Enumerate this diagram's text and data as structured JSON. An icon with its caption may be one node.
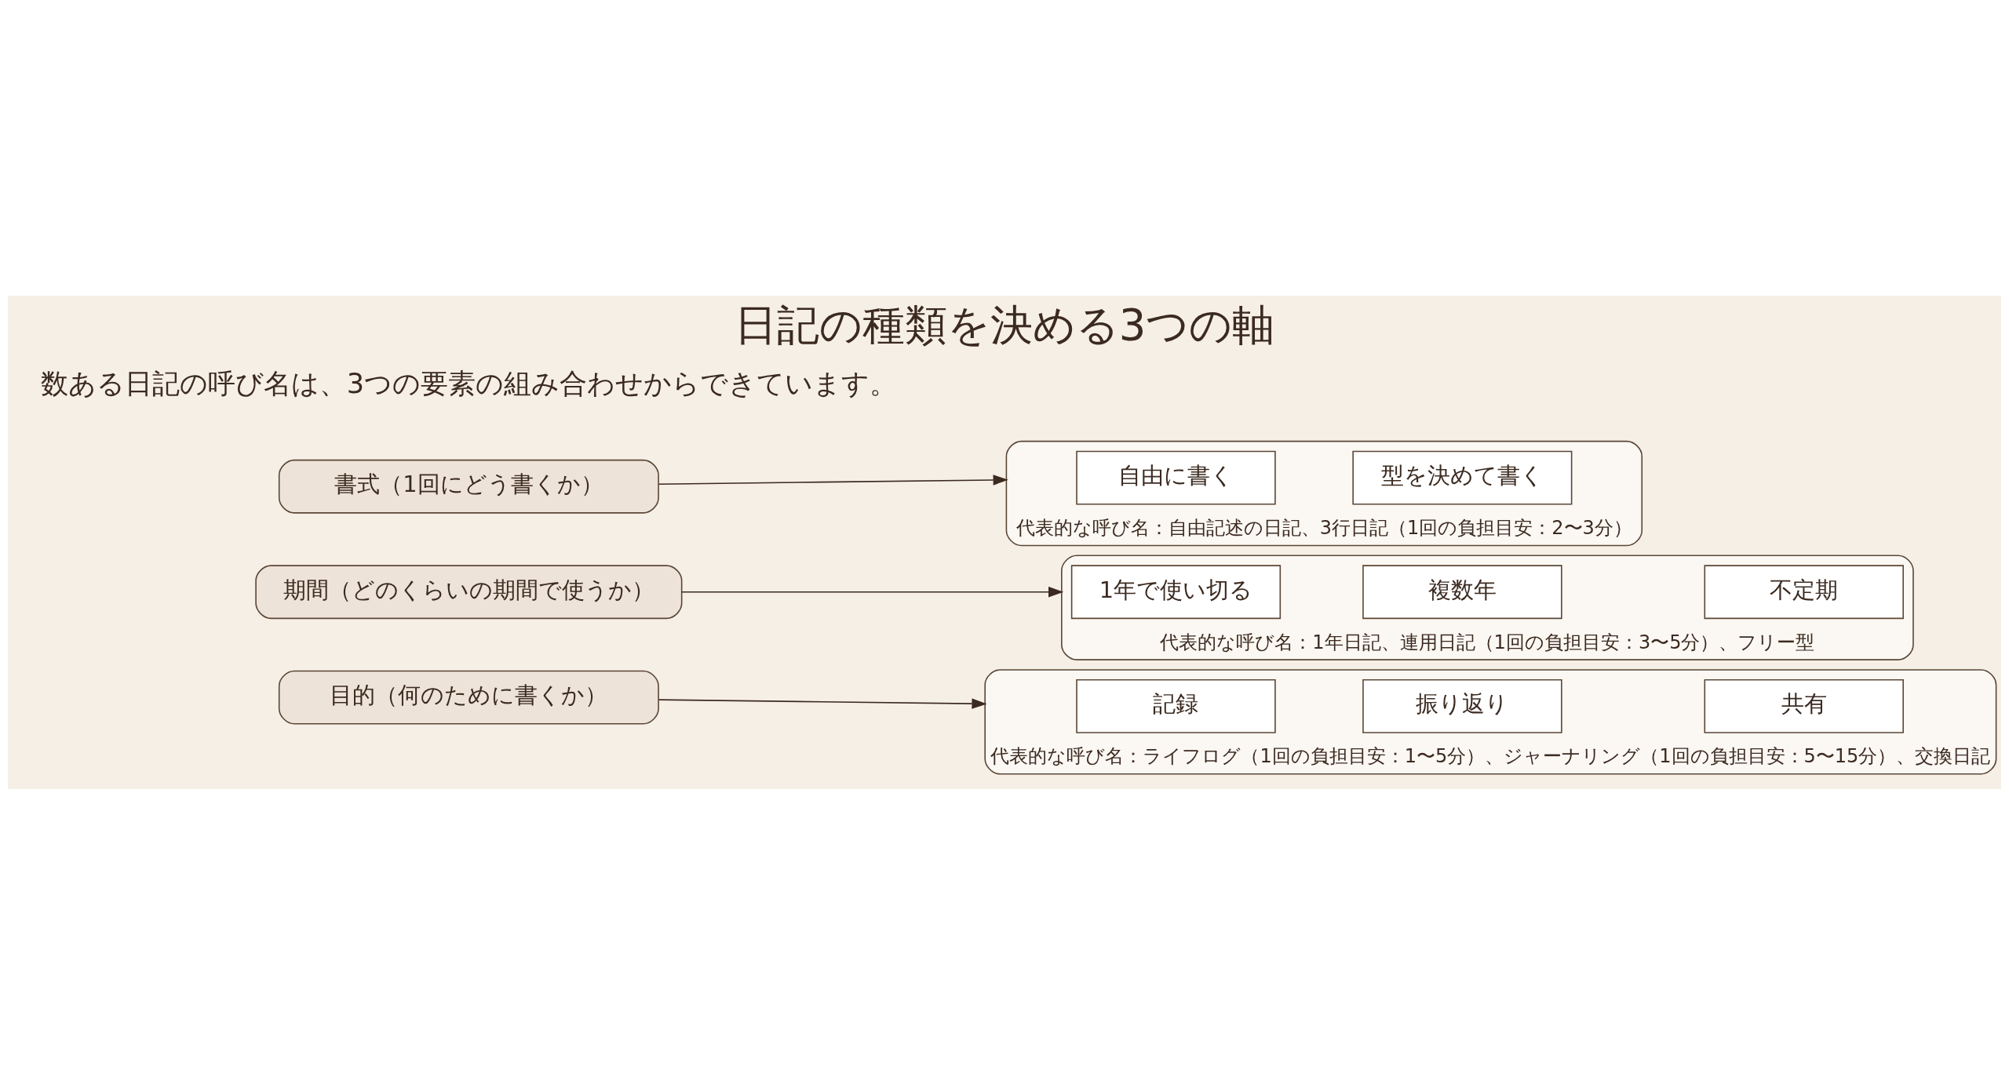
{
  "diagram": {
    "title": "日記の種類を決める3つの軸",
    "nodes": [
      {
        "text": [
          "書式（1回にどう書くか）"
        ]
      },
      {
        "text": [],
        "shape": "box",
        "beside": [
          "代表的な呼び名：自由記述の日記、3行日記（1回の負担目安：2〜3分）"
        ]
      },
      {
        "text": [
          "自由に書く"
        ],
        "in": 1
      },
      {
        "text": [
          "型を決めて書く"
        ],
        "in": 1
      },
      {
        "text": [
          "期間（どのくらいの期間で使うか）"
        ]
      },
      {
        "text": [],
        "shape": "box",
        "beside": [
          "代表的な呼び名：1年日記、連用日記（1回の負担目安：3〜5分）、フリー型"
        ]
      },
      {
        "text": [
          "1年で使い切る"
        ],
        "in": 5
      },
      {
        "text": [
          "複数年"
        ],
        "in": 5
      },
      {
        "text": [
          "不定期"
        ],
        "in": 5
      },
      {
        "text": [
          "目的（何のために書くか）"
        ]
      },
      {
        "text": [],
        "shape": "box",
        "beside": [
          "代表的な呼び名：ライフログ（1回の負担目安：1〜5分）、ジャーナリング（1回の負担目安：5〜15分）、交換日記"
        ]
      },
      {
        "text": [
          "記録"
        ],
        "in": 10
      },
      {
        "text": [
          "振り返り"
        ],
        "in": 10
      },
      {
        "text": [
          "共有"
        ],
        "in": 10
      }
    ],
    "edges": [
      {
        "from": 0,
        "to": 1,
        "arrow": "to"
      },
      {
        "from": 4,
        "to": 5,
        "arrow": "to"
      },
      {
        "from": 9,
        "to": 10,
        "arrow": "to"
      }
    ],
    "labels": [
      "数ある日記の呼び名は、3つの要素の組み合わせからできています。"
    ]
  }
}
